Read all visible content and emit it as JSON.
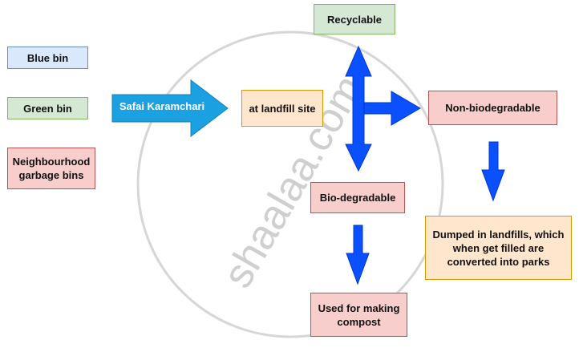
{
  "diagram": {
    "legend": {
      "blue_bin": "Blue bin",
      "green_bin": "Green bin",
      "neighbourhood": "Neighbourhood garbage bins"
    },
    "flow": {
      "safai_karamchari": "Safai Karamchari",
      "landfill_site": "at landfill site",
      "recyclable": "Recyclable",
      "non_biodegradable": "Non-biodegradable",
      "biodegradable": "Bio-degradable",
      "dumped": "Dumped in landfills, which when get filled are converted into parks",
      "compost": "Used for making compost"
    },
    "watermark": "shaalaa.com",
    "colors": {
      "arrow_blue": "#0a50ff",
      "arrow_light_blue": "#1ba1e2",
      "box_blue": "#dae8fc",
      "box_green": "#d5e8d4",
      "box_red": "#f8cecc",
      "box_orange": "#ffe6cc"
    }
  }
}
